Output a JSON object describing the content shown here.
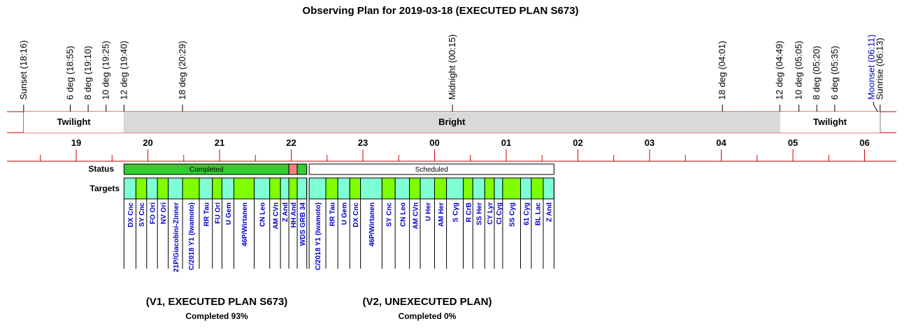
{
  "chart_data": {
    "type": "timeline",
    "title": "Observing Plan for 2019-03-18 (EXECUTED PLAN S673)",
    "events": [
      {
        "label": "Sunset (18:16)",
        "time": "18:16",
        "color": "#000000"
      },
      {
        "label": "6 deg (18:55)",
        "time": "18:55",
        "color": "#000000"
      },
      {
        "label": "8 deg (19:10)",
        "time": "19:10",
        "color": "#000000"
      },
      {
        "label": "10 deg (19:25)",
        "time": "19:25",
        "color": "#000000"
      },
      {
        "label": "12 deg (19:40)",
        "time": "19:40",
        "color": "#000000"
      },
      {
        "label": "18 deg (20:29)",
        "time": "20:29",
        "color": "#000000"
      },
      {
        "label": "Midnight (00:15)",
        "time": "00:15",
        "color": "#000000"
      },
      {
        "label": "18 deg (04:01)",
        "time": "04:01",
        "color": "#000000"
      },
      {
        "label": "12 deg (04:49)",
        "time": "04:49",
        "color": "#000000"
      },
      {
        "label": "10 deg (05:05)",
        "time": "05:05",
        "color": "#000000"
      },
      {
        "label": "8 deg (05:20)",
        "time": "05:20",
        "color": "#000000"
      },
      {
        "label": "6 deg (05:35)",
        "time": "05:35",
        "color": "#000000"
      },
      {
        "label": "Moonset (06:11)",
        "time": "06:11",
        "color": "#0000cc"
      },
      {
        "label": "Sunrise (06:13)",
        "time": "06:13",
        "color": "#000000"
      }
    ],
    "bands": [
      {
        "label": "Twilight",
        "start": "18:16",
        "end": "19:40",
        "color": "#ffffff"
      },
      {
        "label": "Bright",
        "start": "19:40",
        "end": "04:49",
        "color": "#d9d9d9"
      },
      {
        "label": "Twilight",
        "start": "04:49",
        "end": "06:13",
        "color": "#ffffff"
      }
    ],
    "hour_labels": [
      "19",
      "20",
      "21",
      "22",
      "23",
      "00",
      "01",
      "02",
      "03",
      "04",
      "05",
      "06"
    ],
    "status_label": "Status",
    "targets_label": "Targets",
    "status_bars": [
      {
        "label": "Completed",
        "start": "19:40",
        "end": "21:58",
        "color": "#33cc33"
      },
      {
        "label": "",
        "start": "21:58",
        "end": "22:05",
        "color": "#f08080"
      },
      {
        "label": "",
        "start": "22:05",
        "end": "22:13",
        "color": "#33cc33"
      },
      {
        "label": "Scheduled",
        "start": "22:15",
        "end": "01:40",
        "color": "#ffffff"
      }
    ],
    "targets": [
      {
        "name": "DX Cnc",
        "start": "19:40",
        "end": "19:50",
        "color": "#7fffd4"
      },
      {
        "name": "SY Cnc",
        "start": "19:50",
        "end": "19:59",
        "color": "#7fff00"
      },
      {
        "name": "FO Ori",
        "start": "19:59",
        "end": "20:08",
        "color": "#7fffd4"
      },
      {
        "name": "NV Ori",
        "start": "20:08",
        "end": "20:17",
        "color": "#7fff00"
      },
      {
        "name": "21P/Giacobini-Zinner",
        "start": "20:17",
        "end": "20:29",
        "color": "#7fffd4"
      },
      {
        "name": "C/2018 Y1 (Iwamoto)",
        "start": "20:29",
        "end": "20:43",
        "color": "#7fff00"
      },
      {
        "name": "RR Tau",
        "start": "20:43",
        "end": "20:54",
        "color": "#7fffd4"
      },
      {
        "name": "FU Ori",
        "start": "20:54",
        "end": "21:02",
        "color": "#7fff00"
      },
      {
        "name": "U Gem",
        "start": "21:02",
        "end": "21:12",
        "color": "#7fffd4"
      },
      {
        "name": "46P/Wirtanen",
        "start": "21:12",
        "end": "21:29",
        "color": "#7fff00"
      },
      {
        "name": "CN Leo",
        "start": "21:29",
        "end": "21:42",
        "color": "#7fffd4"
      },
      {
        "name": "AM CVn",
        "start": "21:42",
        "end": "21:51",
        "color": "#7fff00"
      },
      {
        "name": "Z And",
        "start": "21:51",
        "end": "21:58",
        "color": "#7fffd4"
      },
      {
        "name": "HH And",
        "start": "21:58",
        "end": "22:05",
        "color": "#7fff00"
      },
      {
        "name": "WDS GRB 34",
        "start": "22:05",
        "end": "22:13",
        "color": "#7fffd4"
      },
      {
        "name": "C/2018 Y1 (Iwamoto)",
        "start": "22:15",
        "end": "22:29",
        "color": "#7fffd4"
      },
      {
        "name": "RR Tau",
        "start": "22:29",
        "end": "22:39",
        "color": "#7fff00"
      },
      {
        "name": "U Gem",
        "start": "22:39",
        "end": "22:49",
        "color": "#7fffd4"
      },
      {
        "name": "DX Cnc",
        "start": "22:49",
        "end": "22:58",
        "color": "#7fff00"
      },
      {
        "name": "46P/Wirtanen",
        "start": "22:58",
        "end": "23:16",
        "color": "#7fffd4"
      },
      {
        "name": "SY Cnc",
        "start": "23:16",
        "end": "23:27",
        "color": "#7fff00"
      },
      {
        "name": "CN Leo",
        "start": "23:27",
        "end": "23:39",
        "color": "#7fffd4"
      },
      {
        "name": "AM CVn",
        "start": "23:39",
        "end": "23:48",
        "color": "#7fff00"
      },
      {
        "name": "U Her",
        "start": "23:48",
        "end": "24:00",
        "color": "#7fffd4"
      },
      {
        "name": "AM Her",
        "start": "24:00",
        "end": "24:10",
        "color": "#7fff00"
      },
      {
        "name": "S Cyg",
        "start": "24:10",
        "end": "24:24",
        "color": "#7fffd4"
      },
      {
        "name": "R CrB",
        "start": "24:24",
        "end": "24:32",
        "color": "#7fff00"
      },
      {
        "name": "SS Her",
        "start": "24:32",
        "end": "24:42",
        "color": "#7fffd4"
      },
      {
        "name": "CY Lyr",
        "start": "24:42",
        "end": "24:50",
        "color": "#7fff00"
      },
      {
        "name": "CI Cyg",
        "start": "24:50",
        "end": "24:57",
        "color": "#7fffd4"
      },
      {
        "name": "SS Cyg",
        "start": "24:57",
        "end": "25:12",
        "color": "#7fff00"
      },
      {
        "name": "61 Cyg",
        "start": "25:12",
        "end": "25:21",
        "color": "#7fffd4"
      },
      {
        "name": "BL Lac",
        "start": "25:21",
        "end": "25:31",
        "color": "#7fff00"
      },
      {
        "name": "Z And",
        "start": "25:31",
        "end": "25:40",
        "color": "#7fffd4"
      }
    ],
    "plans": [
      {
        "caption": "(V1, EXECUTED PLAN S673)",
        "completed": "Completed 93%"
      },
      {
        "caption": "(V2, UNEXECUTED PLAN)",
        "completed": "Completed 0%"
      }
    ]
  }
}
